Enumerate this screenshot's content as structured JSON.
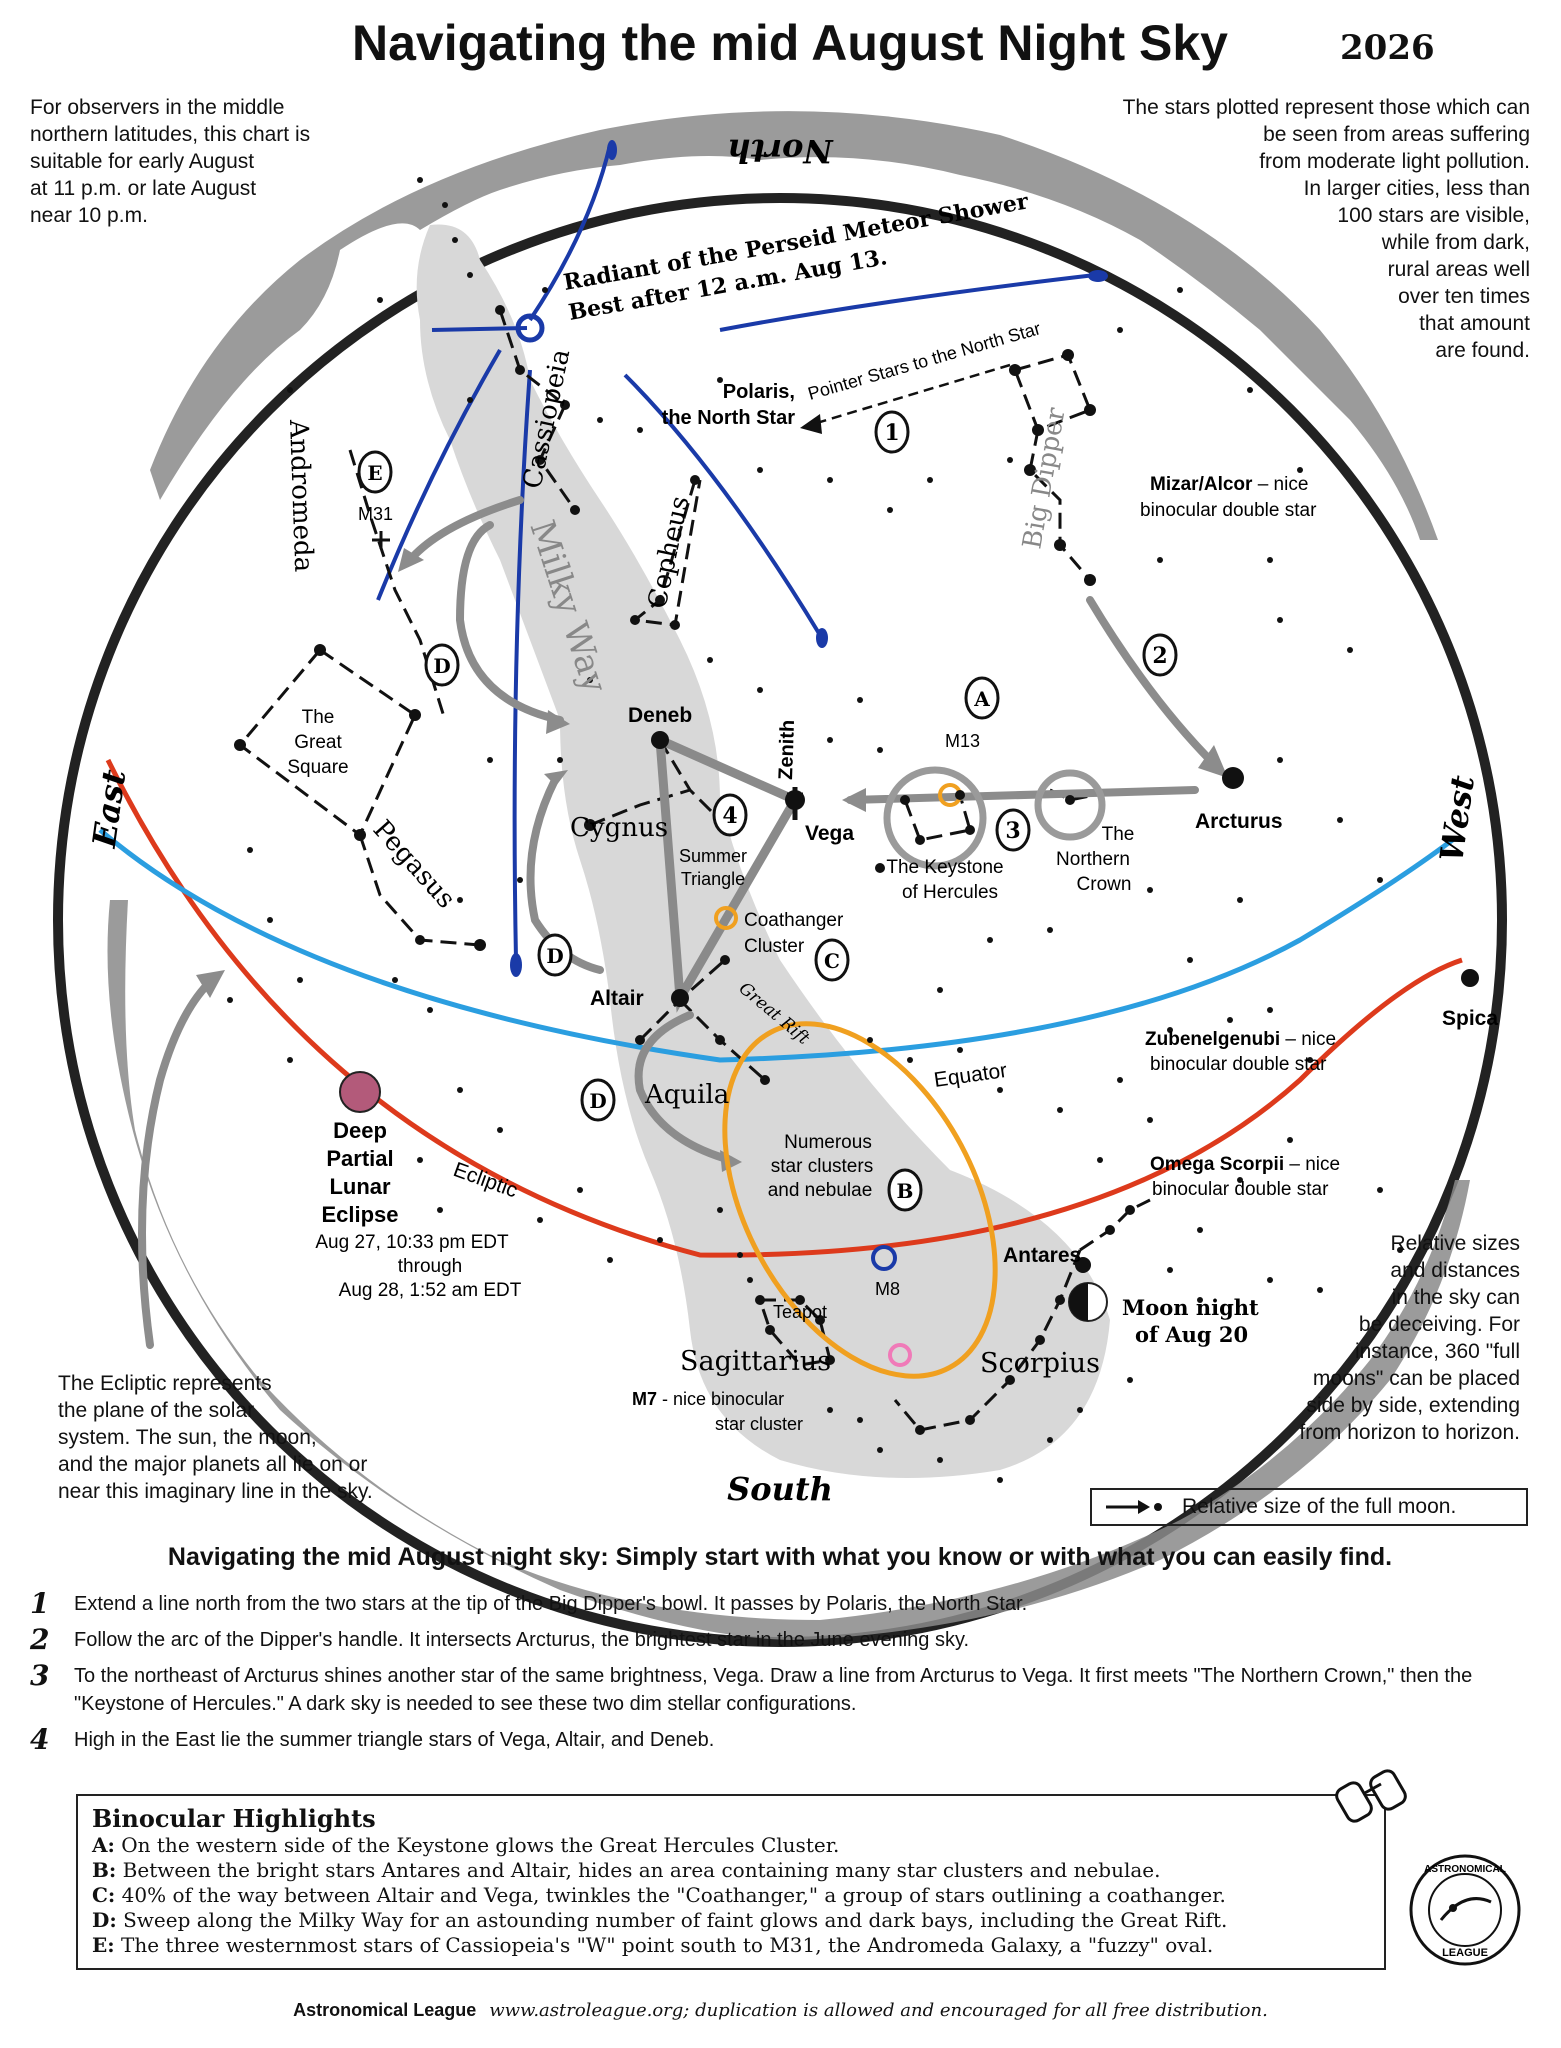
{
  "header": {
    "title": "Navigating the mid August Night Sky",
    "year": "2026"
  },
  "notes": {
    "top_left": [
      "For observers in the middle",
      "northern latitudes, this chart is",
      "suitable for early August",
      "at 11 p.m. or late August",
      "near 10 p.m."
    ],
    "top_right": [
      "The stars plotted represent those which can",
      "be seen from areas suffering",
      "from moderate light pollution.",
      "In larger cities, less than",
      "100 stars are visible,",
      "while from dark,",
      "rural areas well",
      "over ten times",
      "that amount",
      "are found."
    ],
    "ecliptic": [
      "The Ecliptic represents",
      "the plane of the solar",
      "system. The sun, the moon,",
      "and the major planets all lie on or",
      "near this imaginary line in the sky."
    ],
    "relative_sizes": [
      "Relative sizes",
      "and distances",
      "in the sky can",
      "be deceiving. For",
      "instance, 360 \"full",
      "moons\" can be placed",
      "side by side, extending",
      "from horizon to horizon."
    ]
  },
  "directions": {
    "north": "North",
    "south": "South",
    "east": "East",
    "west": "West"
  },
  "labels": {
    "perseid_1": "Radiant of the Perseid Meteor Shower",
    "perseid_2": "Best after 12 a.m. Aug 13.",
    "polaris_1": "Polaris,",
    "polaris_2": "the North Star",
    "pointer": "Pointer Stars to the North Star",
    "big_dipper": "Big Dipper",
    "mizar_name": "Mizar/Alcor",
    "mizar_desc": " – nice",
    "mizar_2": "binocular double star",
    "cassiopeia": "Cassiopeia",
    "andromeda": "Andromeda",
    "m31": "M31",
    "cepheus": "Cepheus",
    "milky_way": "Milky Way",
    "great_square_1": "The",
    "great_square_2": "Great",
    "great_square_3": "Square",
    "pegasus": "Pegasus",
    "deneb": "Deneb",
    "zenith": "Zenith",
    "cygnus": "Cygnus",
    "vega": "Vega",
    "summer_1": "Summer",
    "summer_2": "Triangle",
    "m13": "M13",
    "keystone_1": "The Keystone",
    "keystone_2": "of Hercules",
    "crown_1": "The",
    "crown_2": "Northern",
    "crown_3": "Crown",
    "arcturus": "Arcturus",
    "coathanger_1": "Coathanger",
    "coathanger_2": "Cluster",
    "altair": "Altair",
    "great_rift": "Great Rift",
    "aquila": "Aquila",
    "equator": "Equator",
    "ecliptic": "Ecliptic",
    "spica": "Spica",
    "zuben_name": "Zubenelgenubi",
    "zuben_desc": " – nice",
    "zuben_2": "binocular double star",
    "omega_name": "Omega Scorpii",
    "omega_desc": " – nice",
    "omega_2": "binocular double star",
    "numerous_1": "Numerous",
    "numerous_2": "star clusters",
    "numerous_3": "and nebulae",
    "antares": "Antares",
    "m8": "M8",
    "teapot": "Teapot",
    "sagittarius": "Sagittarius",
    "scorpius": "Scorpius",
    "moon_1": "Moon night",
    "moon_2": "of Aug 20",
    "m7_name": "M7",
    "m7_desc": " - nice binocular",
    "m7_2": "star cluster",
    "eclipse_1": "Deep",
    "eclipse_2": "Partial",
    "eclipse_3": "Lunar",
    "eclipse_4": "Eclipse",
    "eclipse_5": "Aug 27, 10:33 pm EDT",
    "eclipse_6": "through",
    "eclipse_7": "Aug 28, 1:52 am EDT",
    "step_1": "1",
    "step_2": "2",
    "step_3": "3",
    "step_4": "4",
    "letter_a": "A",
    "letter_b": "B",
    "letter_c": "C",
    "letter_d": "D",
    "letter_e": "E"
  },
  "moon_key": "Relative size of the full moon.",
  "guide": {
    "heading": "Navigating the mid August night sky: Simply start with what you know or with what you can easily find.",
    "steps": [
      {
        "num": "1",
        "text": "Extend a line north from the two stars at the tip of the Big Dipper's bowl. It passes by Polaris, the North Star."
      },
      {
        "num": "2",
        "text": "Follow the arc of the Dipper's handle. It intersects Arcturus, the brightest star in the June evening sky."
      },
      {
        "num": "3",
        "text": "To the northeast of Arcturus shines another star of the same brightness, Vega. Draw a line from Arcturus to Vega. It first meets \"The Northern Crown,\" then the \"Keystone of Hercules.\" A dark sky is needed to see these two dim stellar configurations."
      },
      {
        "num": "4",
        "text": "High in the East lie the summer triangle stars of Vega, Altair, and Deneb."
      }
    ]
  },
  "binocular": {
    "title": "Binocular Highlights",
    "items": [
      {
        "key": "A:",
        "text": " On the western side of the Keystone glows the Great Hercules Cluster."
      },
      {
        "key": "B:",
        "text": " Between the bright stars Antares and Altair, hides an area containing many star clusters and nebulae."
      },
      {
        "key": "C:",
        "text": " 40% of the way between Altair and Vega, twinkles the \"Coathanger,\" a group of stars outlining a coathanger."
      },
      {
        "key": "D:",
        "text": " Sweep along the Milky Way for an astounding number of faint glows and dark bays, including the Great Rift."
      },
      {
        "key": "E:",
        "text": " The three westernmost stars of Cassiopeia's \"W\" point south to M31, the Andromeda Galaxy, a \"fuzzy\" oval."
      }
    ]
  },
  "logo": {
    "text_top": "ASTRONOMICAL",
    "text_bottom": "LEAGUE"
  },
  "footer": {
    "org": "Astronomical League",
    "text": "www.astroleague.org; duplication is allowed and encouraged for all free distribution."
  },
  "colors": {
    "ecliptic": "#dd3a1c",
    "equator": "#2b9ee0",
    "meteor": "#1a3aa8",
    "orange": "#f0a020",
    "milkyway": "#d6d6d6",
    "pointer": "#8c8c8c",
    "eclipse": "#b35a7a",
    "m7": "#f07ab8"
  }
}
